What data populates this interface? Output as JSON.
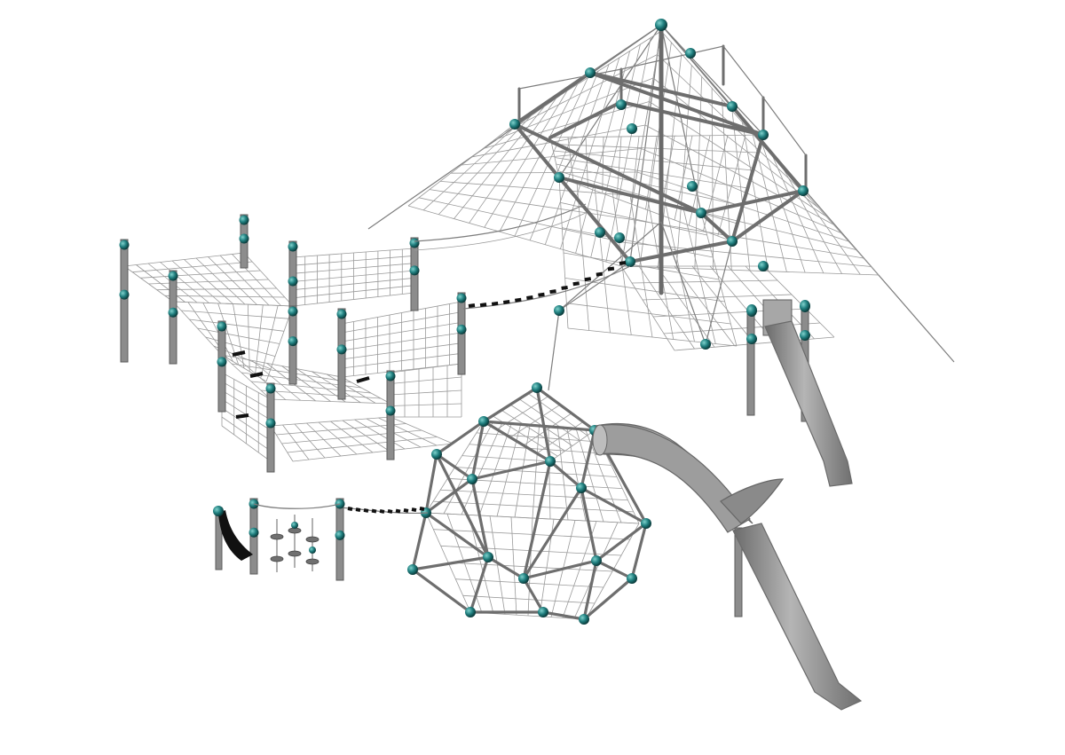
{
  "palette": {
    "background": "#ffffff",
    "connector": "#1f7e7e",
    "connector_highlight": "#7fd1cc",
    "steel": "#8c8c8c",
    "rope": "#9a9a9a"
  },
  "components": [
    {
      "name": "tall-rope-pyramid",
      "icon": "rope-pyramid-icon"
    },
    {
      "name": "rope-tunnel-course",
      "icon": "rope-net-icon"
    },
    {
      "name": "geodesic-climbing-dome",
      "icon": "dome-icon"
    },
    {
      "name": "tube-slide",
      "icon": "tube-slide-icon"
    },
    {
      "name": "straight-slide",
      "icon": "slide-icon"
    },
    {
      "name": "stepping-disc-station",
      "icon": "disc-icon"
    },
    {
      "name": "swing-seat",
      "icon": "swing-seat-icon"
    }
  ]
}
